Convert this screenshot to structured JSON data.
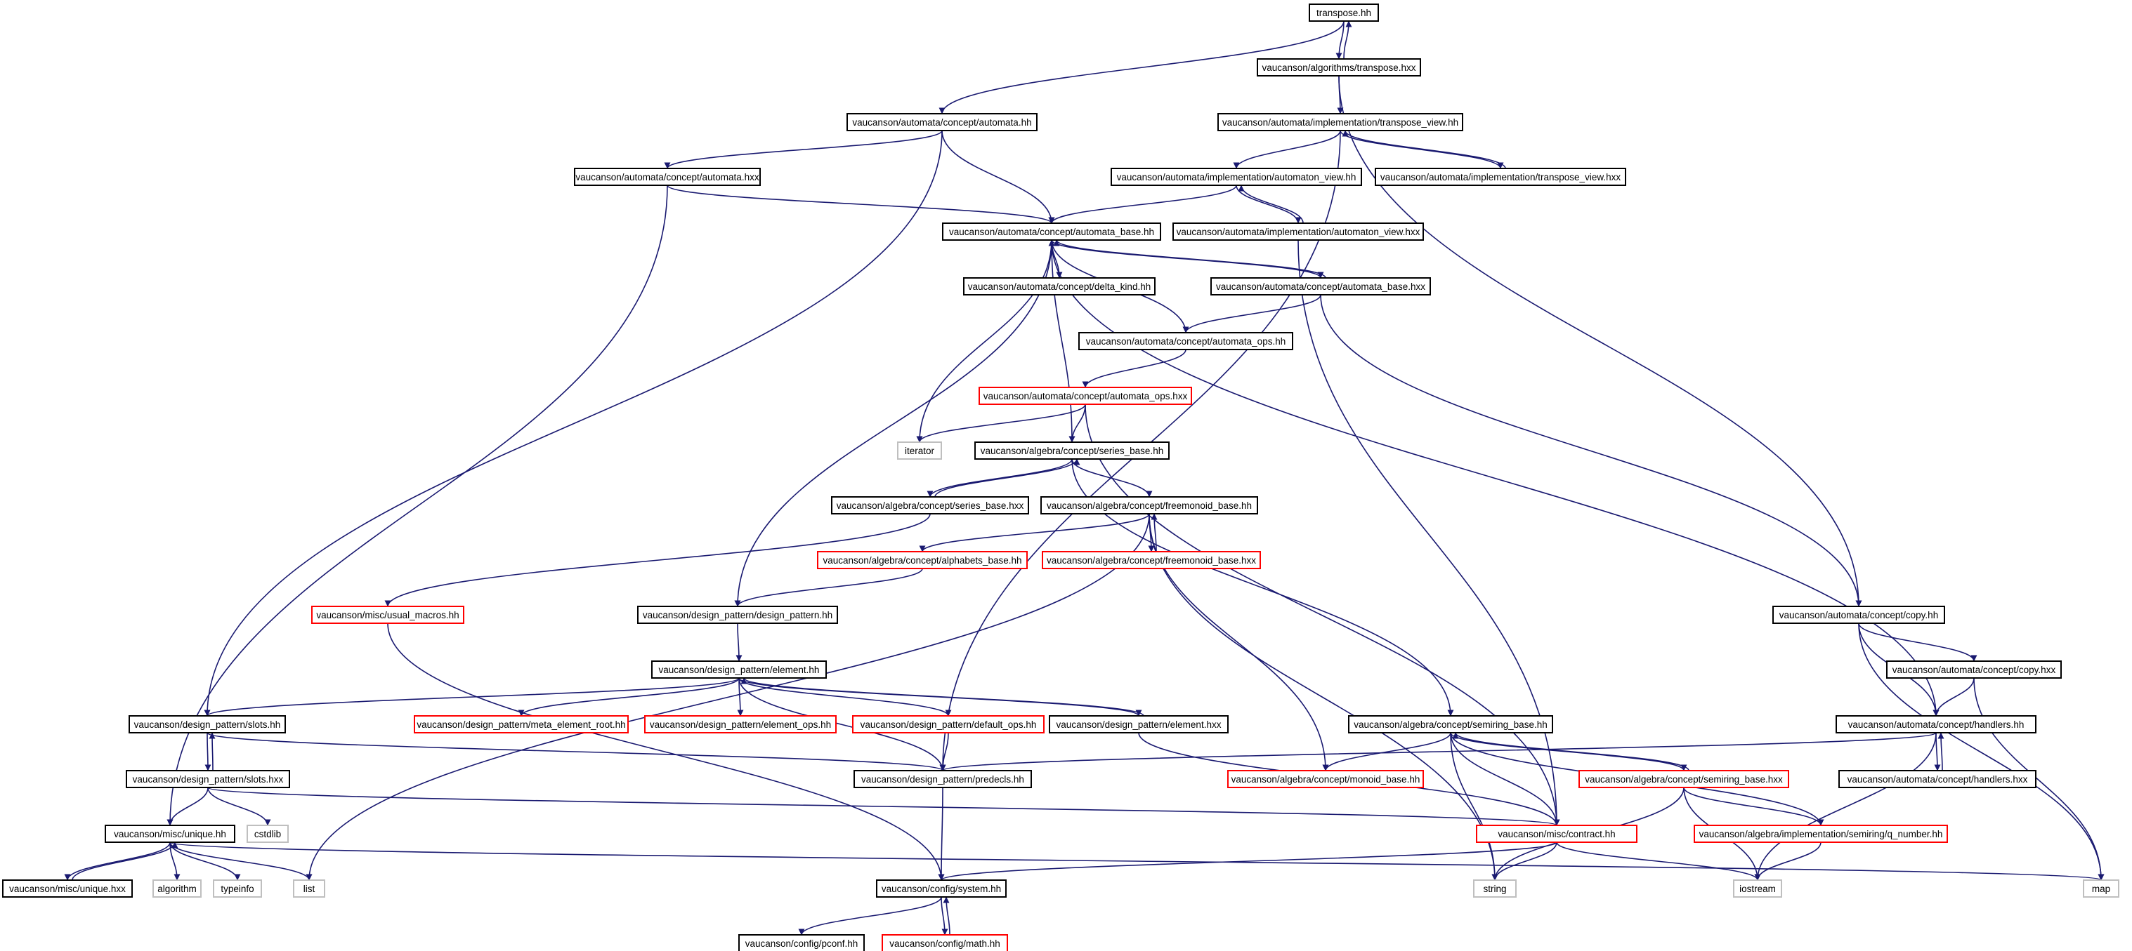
{
  "colors": {
    "edge": "#191970",
    "border_normal": "#000000",
    "border_truncated": "#ff0000",
    "border_system": "#bfbfbf",
    "root_fill": "#bfbfbf"
  },
  "nodes": [
    {
      "id": "n0",
      "label": "transpose.hh",
      "kind": "root"
    },
    {
      "id": "n1",
      "label": "vaucanson/algorithms/transpose.hxx",
      "kind": "normal"
    },
    {
      "id": "n2",
      "label": "vaucanson/automata/concept/automata.hh",
      "kind": "normal"
    },
    {
      "id": "n3",
      "label": "vaucanson/automata/implementation/transpose_view.hh",
      "kind": "normal"
    },
    {
      "id": "n4",
      "label": "vaucanson/automata/concept/automata.hxx",
      "kind": "normal"
    },
    {
      "id": "n5",
      "label": "vaucanson/automata/implementation/automaton_view.hh",
      "kind": "normal"
    },
    {
      "id": "n6",
      "label": "vaucanson/automata/implementation/transpose_view.hxx",
      "kind": "normal"
    },
    {
      "id": "n7",
      "label": "vaucanson/automata/concept/automata_base.hh",
      "kind": "normal"
    },
    {
      "id": "n8",
      "label": "vaucanson/automata/implementation/automaton_view.hxx",
      "kind": "normal"
    },
    {
      "id": "n9",
      "label": "vaucanson/automata/concept/delta_kind.hh",
      "kind": "normal"
    },
    {
      "id": "n10",
      "label": "vaucanson/automata/concept/automata_base.hxx",
      "kind": "normal"
    },
    {
      "id": "n11",
      "label": "vaucanson/automata/concept/automata_ops.hh",
      "kind": "normal"
    },
    {
      "id": "n12",
      "label": "vaucanson/automata/concept/automata_ops.hxx",
      "kind": "truncated"
    },
    {
      "id": "n13",
      "label": "iterator",
      "kind": "system"
    },
    {
      "id": "n14",
      "label": "vaucanson/algebra/concept/series_base.hh",
      "kind": "normal"
    },
    {
      "id": "n15",
      "label": "vaucanson/algebra/concept/series_base.hxx",
      "kind": "normal"
    },
    {
      "id": "n16",
      "label": "vaucanson/algebra/concept/freemonoid_base.hh",
      "kind": "normal"
    },
    {
      "id": "n17",
      "label": "vaucanson/algebra/concept/alphabets_base.hh",
      "kind": "truncated"
    },
    {
      "id": "n18",
      "label": "vaucanson/algebra/concept/freemonoid_base.hxx",
      "kind": "truncated"
    },
    {
      "id": "n19",
      "label": "vaucanson/misc/usual_macros.hh",
      "kind": "truncated"
    },
    {
      "id": "n20",
      "label": "vaucanson/design_pattern/design_pattern.hh",
      "kind": "normal"
    },
    {
      "id": "n21",
      "label": "vaucanson/automata/concept/copy.hh",
      "kind": "normal"
    },
    {
      "id": "n22",
      "label": "vaucanson/design_pattern/element.hh",
      "kind": "normal"
    },
    {
      "id": "n23",
      "label": "vaucanson/automata/concept/copy.hxx",
      "kind": "normal"
    },
    {
      "id": "n24",
      "label": "vaucanson/design_pattern/slots.hh",
      "kind": "normal"
    },
    {
      "id": "n25",
      "label": "vaucanson/design_pattern/meta_element_root.hh",
      "kind": "truncated"
    },
    {
      "id": "n26",
      "label": "vaucanson/design_pattern/element_ops.hh",
      "kind": "truncated"
    },
    {
      "id": "n27",
      "label": "vaucanson/design_pattern/default_ops.hh",
      "kind": "truncated"
    },
    {
      "id": "n28",
      "label": "vaucanson/design_pattern/element.hxx",
      "kind": "normal"
    },
    {
      "id": "n29",
      "label": "vaucanson/algebra/concept/semiring_base.hh",
      "kind": "normal"
    },
    {
      "id": "n30",
      "label": "vaucanson/automata/concept/handlers.hh",
      "kind": "normal"
    },
    {
      "id": "n31",
      "label": "vaucanson/design_pattern/slots.hxx",
      "kind": "normal"
    },
    {
      "id": "n32",
      "label": "vaucanson/design_pattern/predecls.hh",
      "kind": "normal"
    },
    {
      "id": "n33",
      "label": "vaucanson/algebra/concept/monoid_base.hh",
      "kind": "truncated"
    },
    {
      "id": "n34",
      "label": "vaucanson/algebra/concept/semiring_base.hxx",
      "kind": "truncated"
    },
    {
      "id": "n35",
      "label": "vaucanson/automata/concept/handlers.hxx",
      "kind": "normal"
    },
    {
      "id": "n36",
      "label": "cstdlib",
      "kind": "system"
    },
    {
      "id": "n37",
      "label": "vaucanson/misc/unique.hh",
      "kind": "normal"
    },
    {
      "id": "n38",
      "label": "vaucanson/misc/contract.hh",
      "kind": "truncated"
    },
    {
      "id": "n39",
      "label": "vaucanson/algebra/implementation/semiring/q_number.hh",
      "kind": "truncated"
    },
    {
      "id": "n40",
      "label": "vaucanson/misc/unique.hxx",
      "kind": "normal"
    },
    {
      "id": "n41",
      "label": "algorithm",
      "kind": "system"
    },
    {
      "id": "n42",
      "label": "typeinfo",
      "kind": "system"
    },
    {
      "id": "n43",
      "label": "list",
      "kind": "system"
    },
    {
      "id": "n44",
      "label": "vaucanson/config/system.hh",
      "kind": "normal"
    },
    {
      "id": "n45",
      "label": "string",
      "kind": "system"
    },
    {
      "id": "n46",
      "label": "iostream",
      "kind": "system"
    },
    {
      "id": "n47",
      "label": "map",
      "kind": "system"
    },
    {
      "id": "n48",
      "label": "vaucanson/config/pconf.hh",
      "kind": "normal"
    },
    {
      "id": "n49",
      "label": "vaucanson/config/math.hh",
      "kind": "truncated"
    }
  ],
  "edges": [
    [
      "n0",
      "n1"
    ],
    [
      "n1",
      "n0"
    ],
    [
      "n0",
      "n2"
    ],
    [
      "n1",
      "n3"
    ],
    [
      "n1",
      "n21"
    ],
    [
      "n2",
      "n4"
    ],
    [
      "n2",
      "n7"
    ],
    [
      "n2",
      "n24"
    ],
    [
      "n3",
      "n5"
    ],
    [
      "n3",
      "n6"
    ],
    [
      "n6",
      "n3"
    ],
    [
      "n3",
      "n32"
    ],
    [
      "n4",
      "n7"
    ],
    [
      "n4",
      "n37"
    ],
    [
      "n5",
      "n7"
    ],
    [
      "n5",
      "n8"
    ],
    [
      "n8",
      "n5"
    ],
    [
      "n8",
      "n38"
    ],
    [
      "n7",
      "n9"
    ],
    [
      "n7",
      "n10"
    ],
    [
      "n10",
      "n7"
    ],
    [
      "n7",
      "n13"
    ],
    [
      "n7",
      "n14"
    ],
    [
      "n7",
      "n20"
    ],
    [
      "n7",
      "n30"
    ],
    [
      "n10",
      "n11"
    ],
    [
      "n10",
      "n21"
    ],
    [
      "n11",
      "n7"
    ],
    [
      "n11",
      "n12"
    ],
    [
      "n12",
      "n13"
    ],
    [
      "n12",
      "n14"
    ],
    [
      "n12",
      "n38"
    ],
    [
      "n14",
      "n15"
    ],
    [
      "n15",
      "n14"
    ],
    [
      "n14",
      "n16"
    ],
    [
      "n14",
      "n29"
    ],
    [
      "n15",
      "n19"
    ],
    [
      "n16",
      "n17"
    ],
    [
      "n16",
      "n18"
    ],
    [
      "n18",
      "n16"
    ],
    [
      "n16",
      "n33"
    ],
    [
      "n16",
      "n43"
    ],
    [
      "n16",
      "n45"
    ],
    [
      "n17",
      "n20"
    ],
    [
      "n19",
      "n44"
    ],
    [
      "n20",
      "n22"
    ],
    [
      "n21",
      "n23"
    ],
    [
      "n21",
      "n30"
    ],
    [
      "n21",
      "n47"
    ],
    [
      "n23",
      "n30"
    ],
    [
      "n23",
      "n47"
    ],
    [
      "n22",
      "n24"
    ],
    [
      "n22",
      "n25"
    ],
    [
      "n22",
      "n26"
    ],
    [
      "n22",
      "n27"
    ],
    [
      "n22",
      "n28"
    ],
    [
      "n28",
      "n22"
    ],
    [
      "n22",
      "n32"
    ],
    [
      "n27",
      "n32"
    ],
    [
      "n28",
      "n38"
    ],
    [
      "n24",
      "n31"
    ],
    [
      "n31",
      "n24"
    ],
    [
      "n24",
      "n32"
    ],
    [
      "n31",
      "n36"
    ],
    [
      "n31",
      "n37"
    ],
    [
      "n31",
      "n38"
    ],
    [
      "n29",
      "n33"
    ],
    [
      "n29",
      "n34"
    ],
    [
      "n34",
      "n29"
    ],
    [
      "n29",
      "n38"
    ],
    [
      "n29",
      "n39"
    ],
    [
      "n29",
      "n45"
    ],
    [
      "n34",
      "n39"
    ],
    [
      "n34",
      "n45"
    ],
    [
      "n34",
      "n46"
    ],
    [
      "n30",
      "n35"
    ],
    [
      "n35",
      "n30"
    ],
    [
      "n30",
      "n32"
    ],
    [
      "n30",
      "n46"
    ],
    [
      "n32",
      "n44"
    ],
    [
      "n37",
      "n40"
    ],
    [
      "n40",
      "n37"
    ],
    [
      "n37",
      "n41"
    ],
    [
      "n37",
      "n42"
    ],
    [
      "n37",
      "n43"
    ],
    [
      "n37",
      "n47"
    ],
    [
      "n38",
      "n44"
    ],
    [
      "n38",
      "n45"
    ],
    [
      "n38",
      "n46"
    ],
    [
      "n39",
      "n46"
    ],
    [
      "n44",
      "n48"
    ],
    [
      "n44",
      "n49"
    ],
    [
      "n49",
      "n44"
    ]
  ]
}
